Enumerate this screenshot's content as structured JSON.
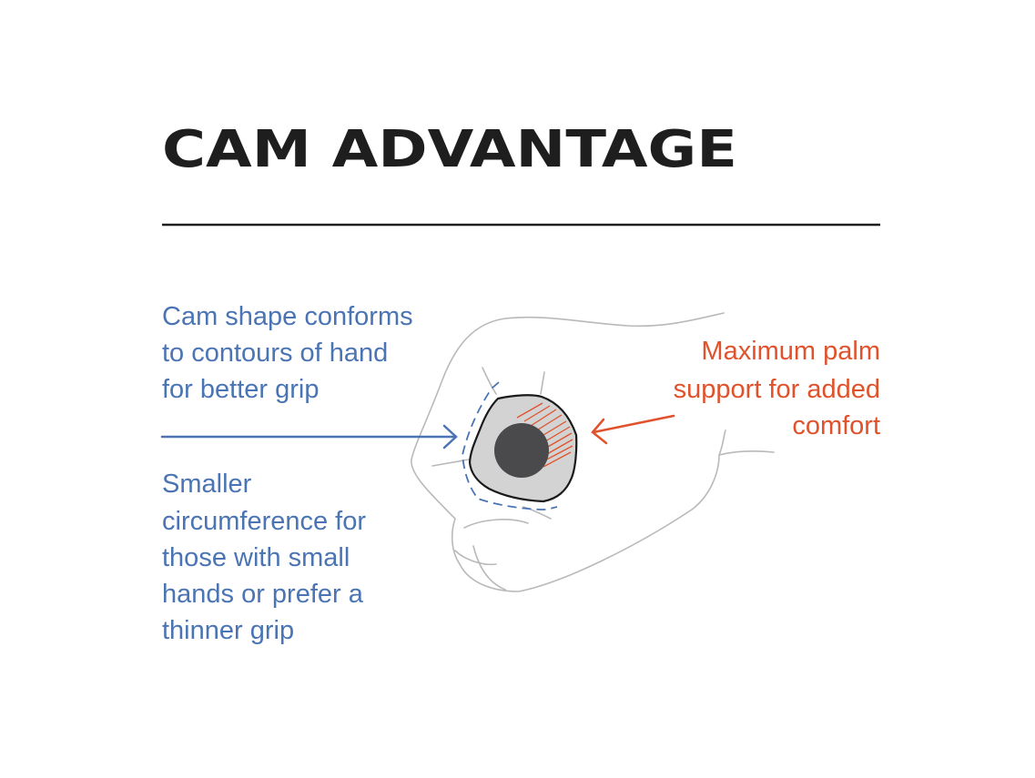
{
  "title": "CAM ADVANTAGE",
  "left_callout_top": {
    "lines": [
      "Cam shape conforms",
      "to contours of hand",
      "for better grip"
    ]
  },
  "left_callout_bottom": {
    "lines": [
      "Smaller",
      "circumference for",
      "those with small",
      "hands or prefer a",
      "thinner grip"
    ]
  },
  "right_callout": {
    "lines": [
      "Maximum palm",
      "support for added",
      "comfort"
    ]
  },
  "colors": {
    "blue": "#4a74b4",
    "orange": "#e0522b",
    "title": "#1e1e1e",
    "cam_fill": "#d3d3d3",
    "bar_core": "#4a4a4c"
  }
}
